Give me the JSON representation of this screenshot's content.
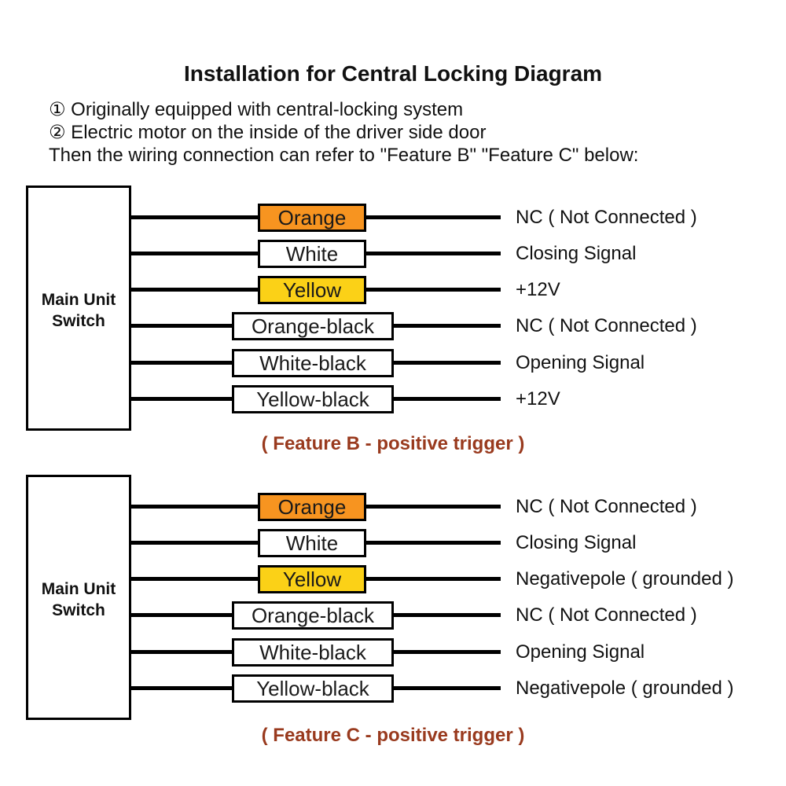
{
  "title": "Installation for Central Locking Diagram",
  "notes": [
    "① Originally equipped with central-locking system",
    "② Electric motor on the inside of the driver side door",
    "Then the wiring connection can refer to \"Feature B\" \"Feature C\" below:"
  ],
  "colors": {
    "orange_box": "#F79420",
    "yellow_box": "#FBD117",
    "white_box": "#FFFFFF",
    "caption_text": "#993A1E",
    "wire": "#000000"
  },
  "feature_b": {
    "switch_line1": "Main Unit",
    "switch_line2": "Switch",
    "caption": "( Feature B - positive trigger )",
    "wires": [
      {
        "label": "Orange",
        "signal": "NC ( Not Connected )"
      },
      {
        "label": "White",
        "signal": "Closing Signal"
      },
      {
        "label": "Yellow",
        "signal": "+12V"
      },
      {
        "label": "Orange-black",
        "signal": "NC ( Not Connected )"
      },
      {
        "label": "White-black",
        "signal": "Opening Signal"
      },
      {
        "label": "Yellow-black",
        "signal": "+12V"
      }
    ]
  },
  "feature_c": {
    "switch_line1": "Main Unit",
    "switch_line2": "Switch",
    "caption": "( Feature C - positive trigger )",
    "wires": [
      {
        "label": "Orange",
        "signal": "NC ( Not Connected )"
      },
      {
        "label": "White",
        "signal": "Closing Signal"
      },
      {
        "label": "Yellow",
        "signal": "Negativepole ( grounded )"
      },
      {
        "label": "Orange-black",
        "signal": "NC ( Not Connected )"
      },
      {
        "label": "White-black",
        "signal": "Opening Signal"
      },
      {
        "label": "Yellow-black",
        "signal": "Negativepole ( grounded )"
      }
    ]
  }
}
